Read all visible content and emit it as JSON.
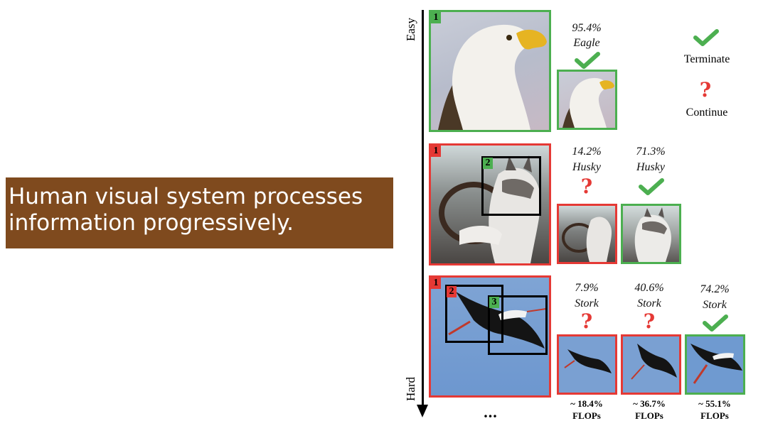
{
  "banner": {
    "line1": "Human visual system processes",
    "line2": "information progressively."
  },
  "axis": {
    "top_label": "Easy",
    "bottom_label": "Hard"
  },
  "legend": {
    "terminate": "Terminate",
    "continue": "Continue"
  },
  "rows": [
    {
      "name": "eagle",
      "steps": [
        {
          "index": "1",
          "confidence": "95.4%",
          "label": "Eagle",
          "decision": "terminate"
        }
      ]
    },
    {
      "name": "husky",
      "steps": [
        {
          "index": "1",
          "confidence": "14.2%",
          "label": "Husky",
          "decision": "continue"
        },
        {
          "index": "2",
          "confidence": "71.3%",
          "label": "Husky",
          "decision": "terminate"
        }
      ]
    },
    {
      "name": "stork",
      "steps": [
        {
          "index": "1",
          "confidence": "7.9%",
          "label": "Stork",
          "decision": "continue",
          "flops": "~ 18.4%"
        },
        {
          "index": "2",
          "confidence": "40.6%",
          "label": "Stork",
          "decision": "continue",
          "flops": "~ 36.7%"
        },
        {
          "index": "3",
          "confidence": "74.2%",
          "label": "Stork",
          "decision": "terminate",
          "flops": "~ 55.1%"
        }
      ]
    }
  ],
  "flops_unit": "FLOPs",
  "ellipsis": "...",
  "colors": {
    "terminate": "#4caf50",
    "continue": "#e53935",
    "banner": "#7f4a1e"
  }
}
